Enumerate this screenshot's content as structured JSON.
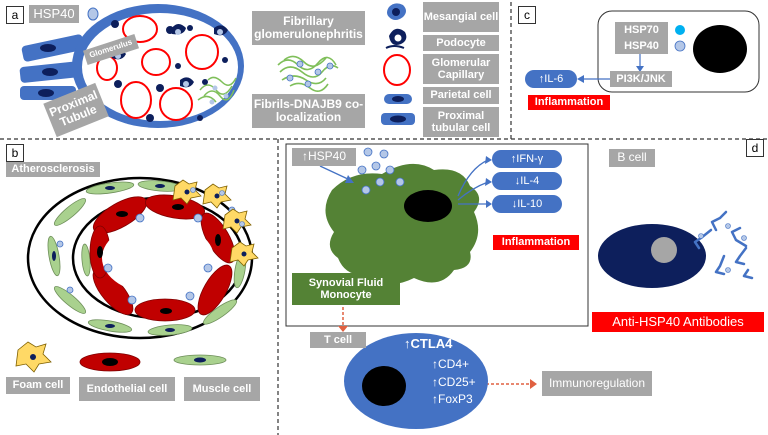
{
  "panels": {
    "a": {
      "letter": "a",
      "hsp40_label": "HSP40",
      "glomerulus_label": "Glomerulus",
      "proximal_tubule_label": "Proximal Tubule",
      "fibrillary_gn": "Fibrillary glomerulonephritis",
      "fibrils_colocalization": "Fibrils-DNAJB9 co-localization",
      "legend": {
        "mesangial": "Mesangial cell",
        "podocyte": "Podocyte",
        "capillary": "Glomerular Capillary",
        "parietal": "Parietal cell",
        "proximal_tubular": "Proximal tubular cell"
      }
    },
    "b": {
      "letter": "b",
      "title": "Atherosclerosis",
      "legend": {
        "foam": "Foam cell",
        "endothelial": "Endothelial cell",
        "muscle": "Muscle cell"
      }
    },
    "c": {
      "letter": "c",
      "hsp70": "HSP70",
      "hsp40": "HSP40",
      "pathway": "PI3K/JNK",
      "il6": "↑IL-6",
      "inflammation": "Inflammation"
    },
    "d": {
      "letter": "d",
      "hsp40_up": "↑HSP40",
      "ifn": "↑IFN-γ",
      "il4": "↓IL-4",
      "il10": "↓IL-10",
      "inflammation": "Inflammation",
      "monocyte": "Synovial Fluid Monocyte",
      "tcell": "T cell",
      "ctla4": "↑CTLA4",
      "cd4": "↑CD4+",
      "cd25": "↑CD25+",
      "foxp3": "↑FoxP3",
      "immunoregulation": "Immunoregulation",
      "bcell": "B cell",
      "antibodies": "Anti-HSP40 Antibodies"
    }
  },
  "colors": {
    "blue": "#4472c4",
    "dark_navy": "#0d1f5c",
    "red": "#ff0000",
    "grey_box": "#a6a6a6",
    "green_cell": "#548235",
    "light_blue_dot": "#b4c7e7",
    "cyan_dot": "#00b0f0"
  }
}
